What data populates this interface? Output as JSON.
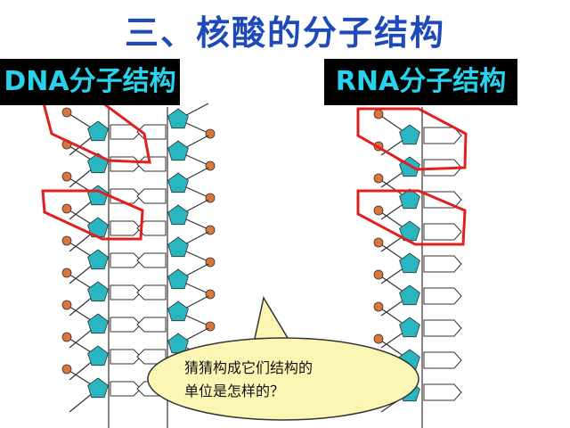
{
  "slide": {
    "title": "三、核酸的分子结构",
    "dna_label": "DNA分子结构",
    "rna_label": "RNA分子结构",
    "question_line1": "猜猜构成它们结构的",
    "question_line2": "单位是怎样的？"
  },
  "colors": {
    "title": "#1e49b8",
    "label_bg": "#000000",
    "label_text": "#27d3ec",
    "pentagon": "#2ab6c0",
    "phosphate": "#d8763e",
    "highlight": "#e02020",
    "bubble_fill": "#fbf6b4"
  }
}
